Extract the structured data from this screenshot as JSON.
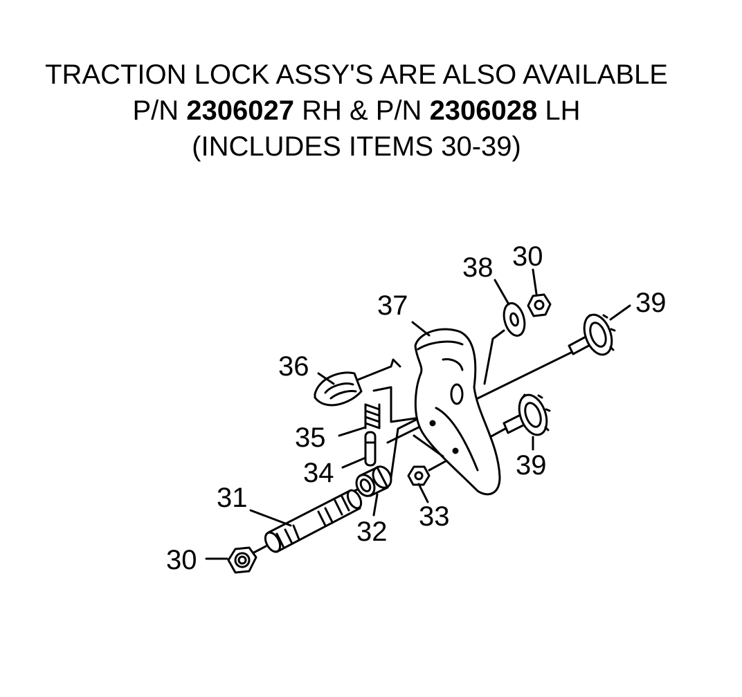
{
  "header": {
    "line1": "TRACTION LOCK ASSY'S ARE ALSO AVAILABLE",
    "line2": {
      "pn_prefix_1": "P/N ",
      "pn_1": "2306027",
      "side_1": " RH & P/N ",
      "pn_2": "2306028",
      "side_2": " LH"
    },
    "line3": "(INCLUDES ITEMS 30-39)"
  },
  "callouts": {
    "nut_bottom": "30",
    "nut_top": "30",
    "shaft": "31",
    "bushing": "32",
    "nut_small": "33",
    "pin": "34",
    "spring": "35",
    "cap": "36",
    "lever": "37",
    "washer": "38",
    "knob_top": "39",
    "knob_bottom": "39"
  },
  "colors": {
    "ink": "#000000",
    "paper": "#ffffff"
  }
}
